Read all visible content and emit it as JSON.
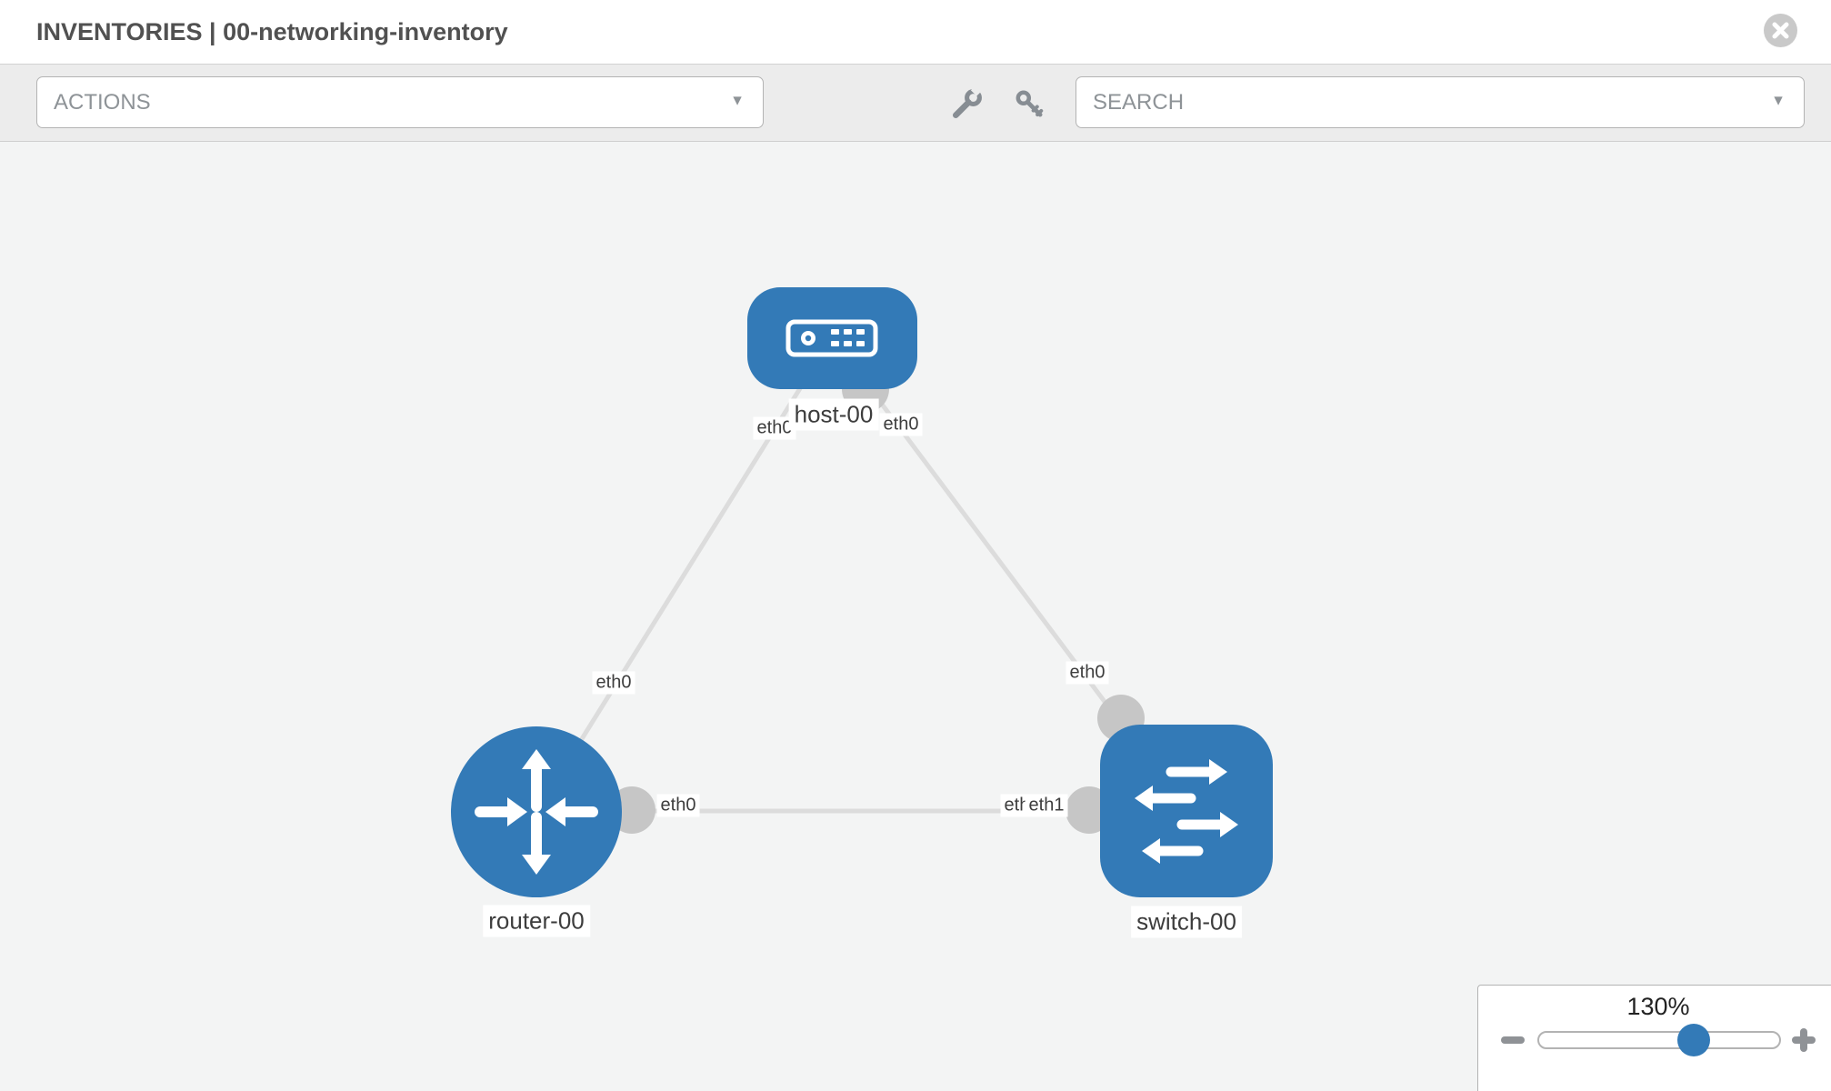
{
  "header": {
    "title": "INVENTORIES | 00-networking-inventory"
  },
  "toolbar": {
    "actions_label": "ACTIONS",
    "search_label": "SEARCH",
    "caret_icon": "▼"
  },
  "topology": {
    "nodes": [
      {
        "name": "host-00",
        "type": "host"
      },
      {
        "name": "router-00",
        "type": "router"
      },
      {
        "name": "switch-00",
        "type": "switch"
      }
    ],
    "links": [
      {
        "source": "host-00",
        "source_interface": "eth0",
        "target": "router-00",
        "target_interface": "eth0"
      },
      {
        "source": "host-00",
        "source_interface": "eth0",
        "target": "switch-00",
        "target_interface": "eth0"
      },
      {
        "source": "router-00",
        "source_interface": "eth0",
        "target": "switch-00",
        "target_interface": "eth1"
      }
    ],
    "labels": {
      "host": "host-00",
      "router": "router-00",
      "switch": "switch-00",
      "host_left_if": "eth0",
      "host_right_if": "eth0",
      "router_diag_if": "eth0",
      "switch_diag_if": "eth0",
      "router_horiz_if": "eth0",
      "switch_horiz_if_back": "eth0",
      "switch_horiz_if_front": "eth1"
    }
  },
  "zoom": {
    "level": "130%"
  },
  "colors": {
    "node_blue": "#337ab7",
    "link_gray": "#dcdcdc",
    "endpoint_gray": "#c6c6c6",
    "canvas_bg": "#f3f4f4",
    "toolbar_bg": "#ececec"
  }
}
